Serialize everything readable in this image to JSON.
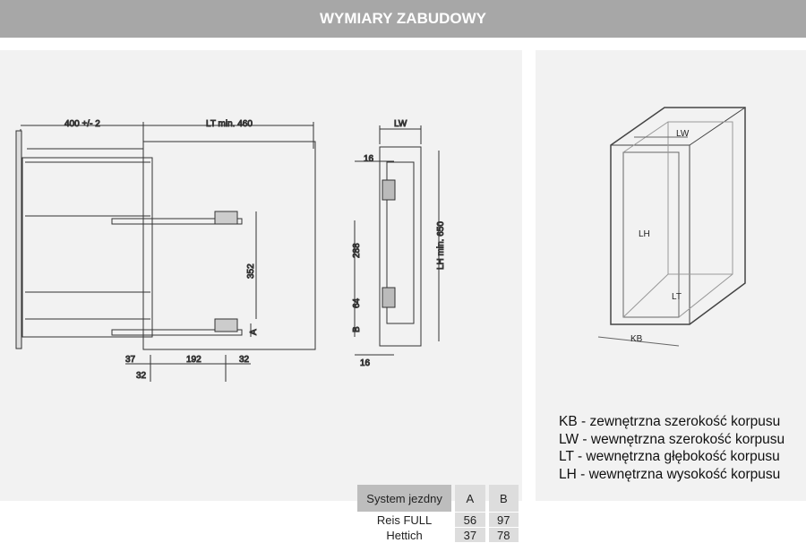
{
  "header": {
    "title": "WYMIARY ZABUDOWY"
  },
  "side_drawing": {
    "dim_width": "400 +/- 2",
    "dim_depth": "LT min. 460",
    "dim_height": "352",
    "dim_a": "A",
    "dim_37": "37",
    "dim_32a": "32",
    "dim_192": "192",
    "dim_32b": "32"
  },
  "front_drawing": {
    "dim_lw": "LW",
    "dim_16_top": "16",
    "dim_288": "288",
    "dim_64": "64",
    "dim_b": "B",
    "dim_lh": "LH min. 650",
    "dim_16_bottom": "16"
  },
  "cabinet": {
    "lw": "LW",
    "lh": "LH",
    "lt": "LT",
    "kb": "KB"
  },
  "table": {
    "headers": [
      "System jezdny",
      "A",
      "B"
    ],
    "rows": [
      [
        "Reis FULL",
        "56",
        "97"
      ],
      [
        "Hettich",
        "37",
        "78"
      ]
    ]
  },
  "legend": [
    "KB - zewnętrzna szerokość korpusu",
    "LW - wewnętrzna szerokość korpusu",
    "LT - wewnętrzna głębokość korpusu",
    "LH - wewnętrzna wysokość korpusu"
  ]
}
